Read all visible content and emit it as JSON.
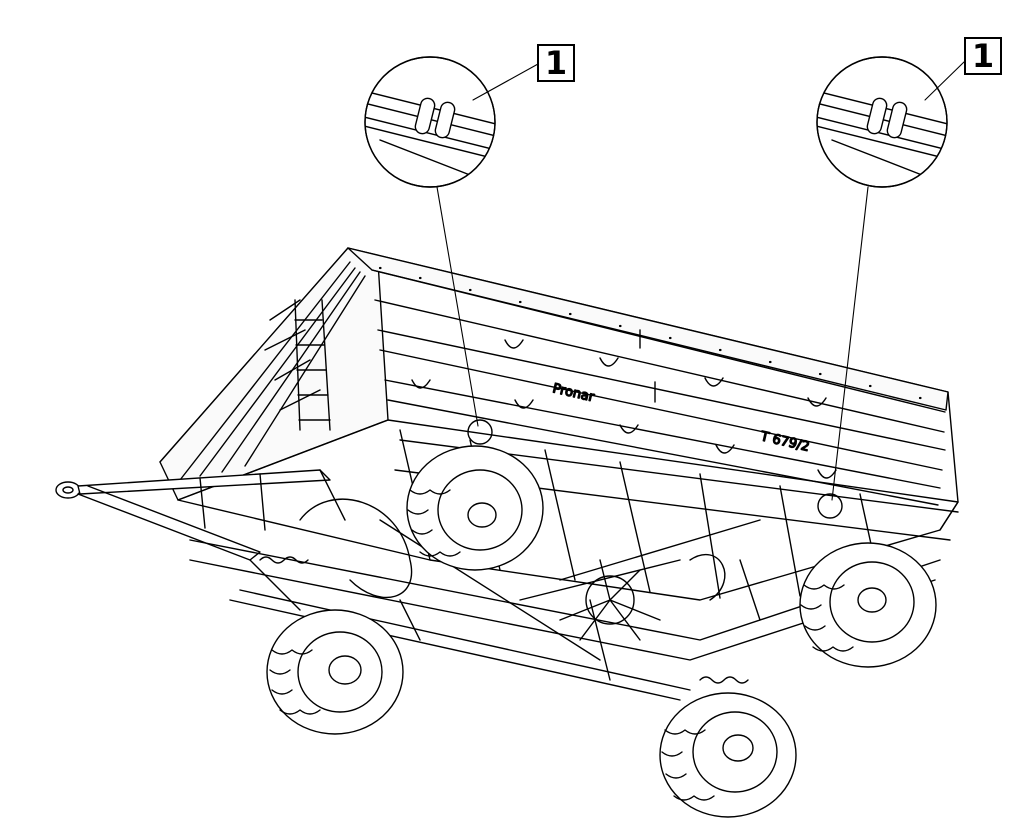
{
  "callouts": [
    {
      "label": "1"
    },
    {
      "label": "1"
    }
  ],
  "brand_marking": "Pronar",
  "side_marking": "T 679/2",
  "line_color": "#000000",
  "background_color": "#ffffff"
}
